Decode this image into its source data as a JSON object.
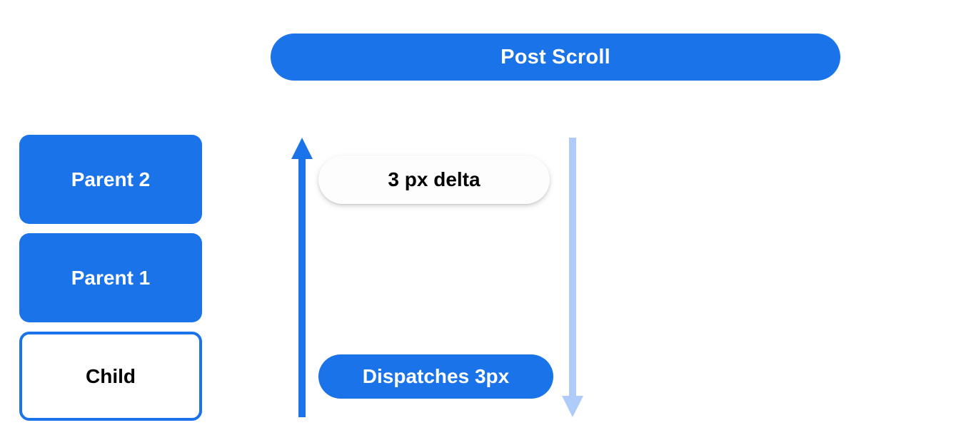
{
  "header": {
    "title": "Post Scroll"
  },
  "colors": {
    "primary_blue": "#1a73e8",
    "light_blue": "#aecbfa",
    "white": "#ffffff",
    "black": "#000000",
    "pill_surface": "#fdfdfd"
  },
  "hierarchy": {
    "nodes": [
      {
        "label": "Parent 2",
        "style": "filled"
      },
      {
        "label": "Parent 1",
        "style": "filled"
      },
      {
        "label": "Child",
        "style": "outlined"
      }
    ]
  },
  "flow": {
    "up_arrow": {
      "icon": "arrow-up-icon",
      "color": "#1a73e8",
      "direction": "up"
    },
    "down_arrow": {
      "icon": "arrow-down-icon",
      "color": "#aecbfa",
      "direction": "down"
    },
    "delta_label": "3 px delta",
    "dispatch_label": "Dispatches 3px"
  }
}
